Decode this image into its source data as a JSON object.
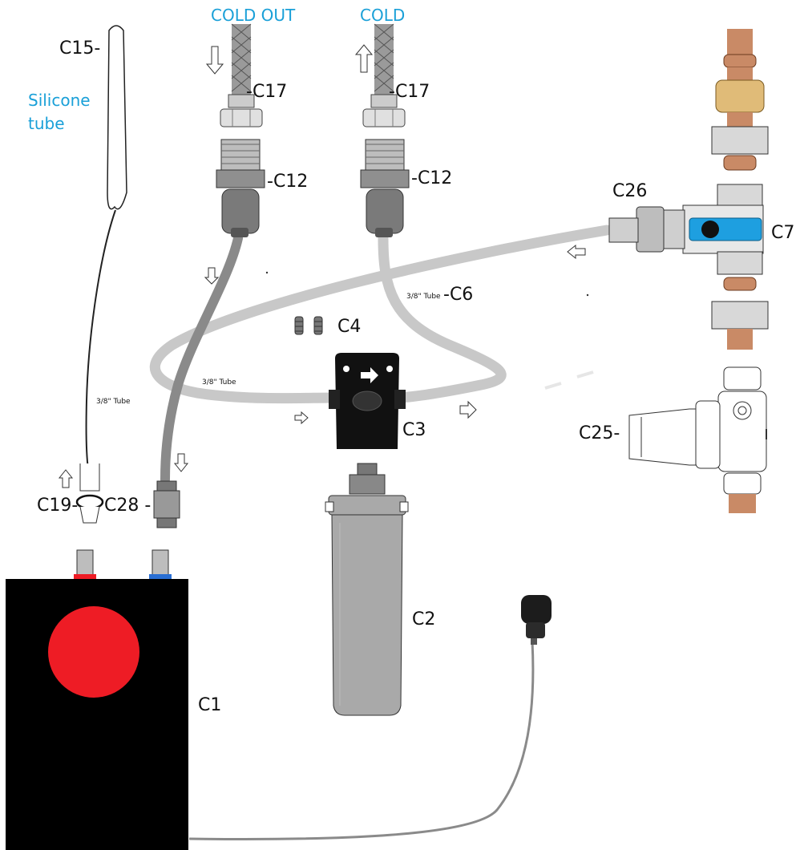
{
  "header": {
    "cold_out": "COLD OUT",
    "cold": "COLD"
  },
  "side_label": {
    "line1": "Silicone",
    "line2": "tube"
  },
  "labels": {
    "c15": "C15-",
    "c17_left": "-C17",
    "c17_right": "-C17",
    "c12_left": "-C12",
    "c12_right": "-C12",
    "c26": "C26",
    "c7": "C7",
    "c6": "-C6",
    "c4": "C4",
    "c3": "C3",
    "c25": "C25-",
    "c19": "C19-",
    "c28": "C28 -",
    "c2": "C2",
    "c1": "C1"
  },
  "tube_labels": {
    "c6_tube": "3/8\" Tube",
    "loop_tube": "3/8\" Tube",
    "vertical_tube": "3/8\" Tube"
  },
  "colors": {
    "label_blue": "#1aa0d8",
    "heater_body": "#000000",
    "heater_dot": "#ee1c25",
    "valve_blue": "#1e9fe0",
    "copper": "#c98a66",
    "brass": "#e0bb78",
    "tube_light": "#c8c8c8",
    "tube_dark": "#8a8a8a"
  },
  "icons": [
    "arrow-down-icon",
    "arrow-up-icon",
    "arrow-right-icon",
    "arrow-left-icon",
    "screw-icon"
  ]
}
